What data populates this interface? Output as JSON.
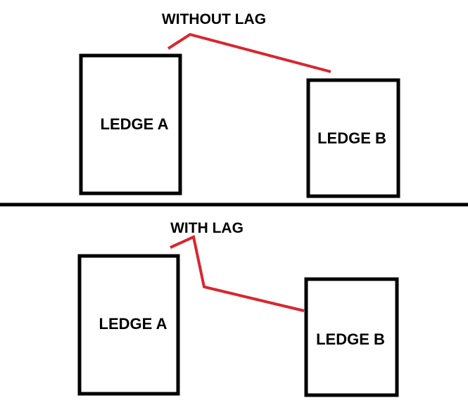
{
  "colors": {
    "background": "#ffffff",
    "outline": "#000000",
    "path": "#d9262e"
  },
  "panels": [
    {
      "title": "WITHOUT LAG",
      "ledge_a": "LEDGE A",
      "ledge_b": "LEDGE B"
    },
    {
      "title": "WITH LAG",
      "ledge_a": "LEDGE A",
      "ledge_b": "LEDGE B"
    }
  ]
}
